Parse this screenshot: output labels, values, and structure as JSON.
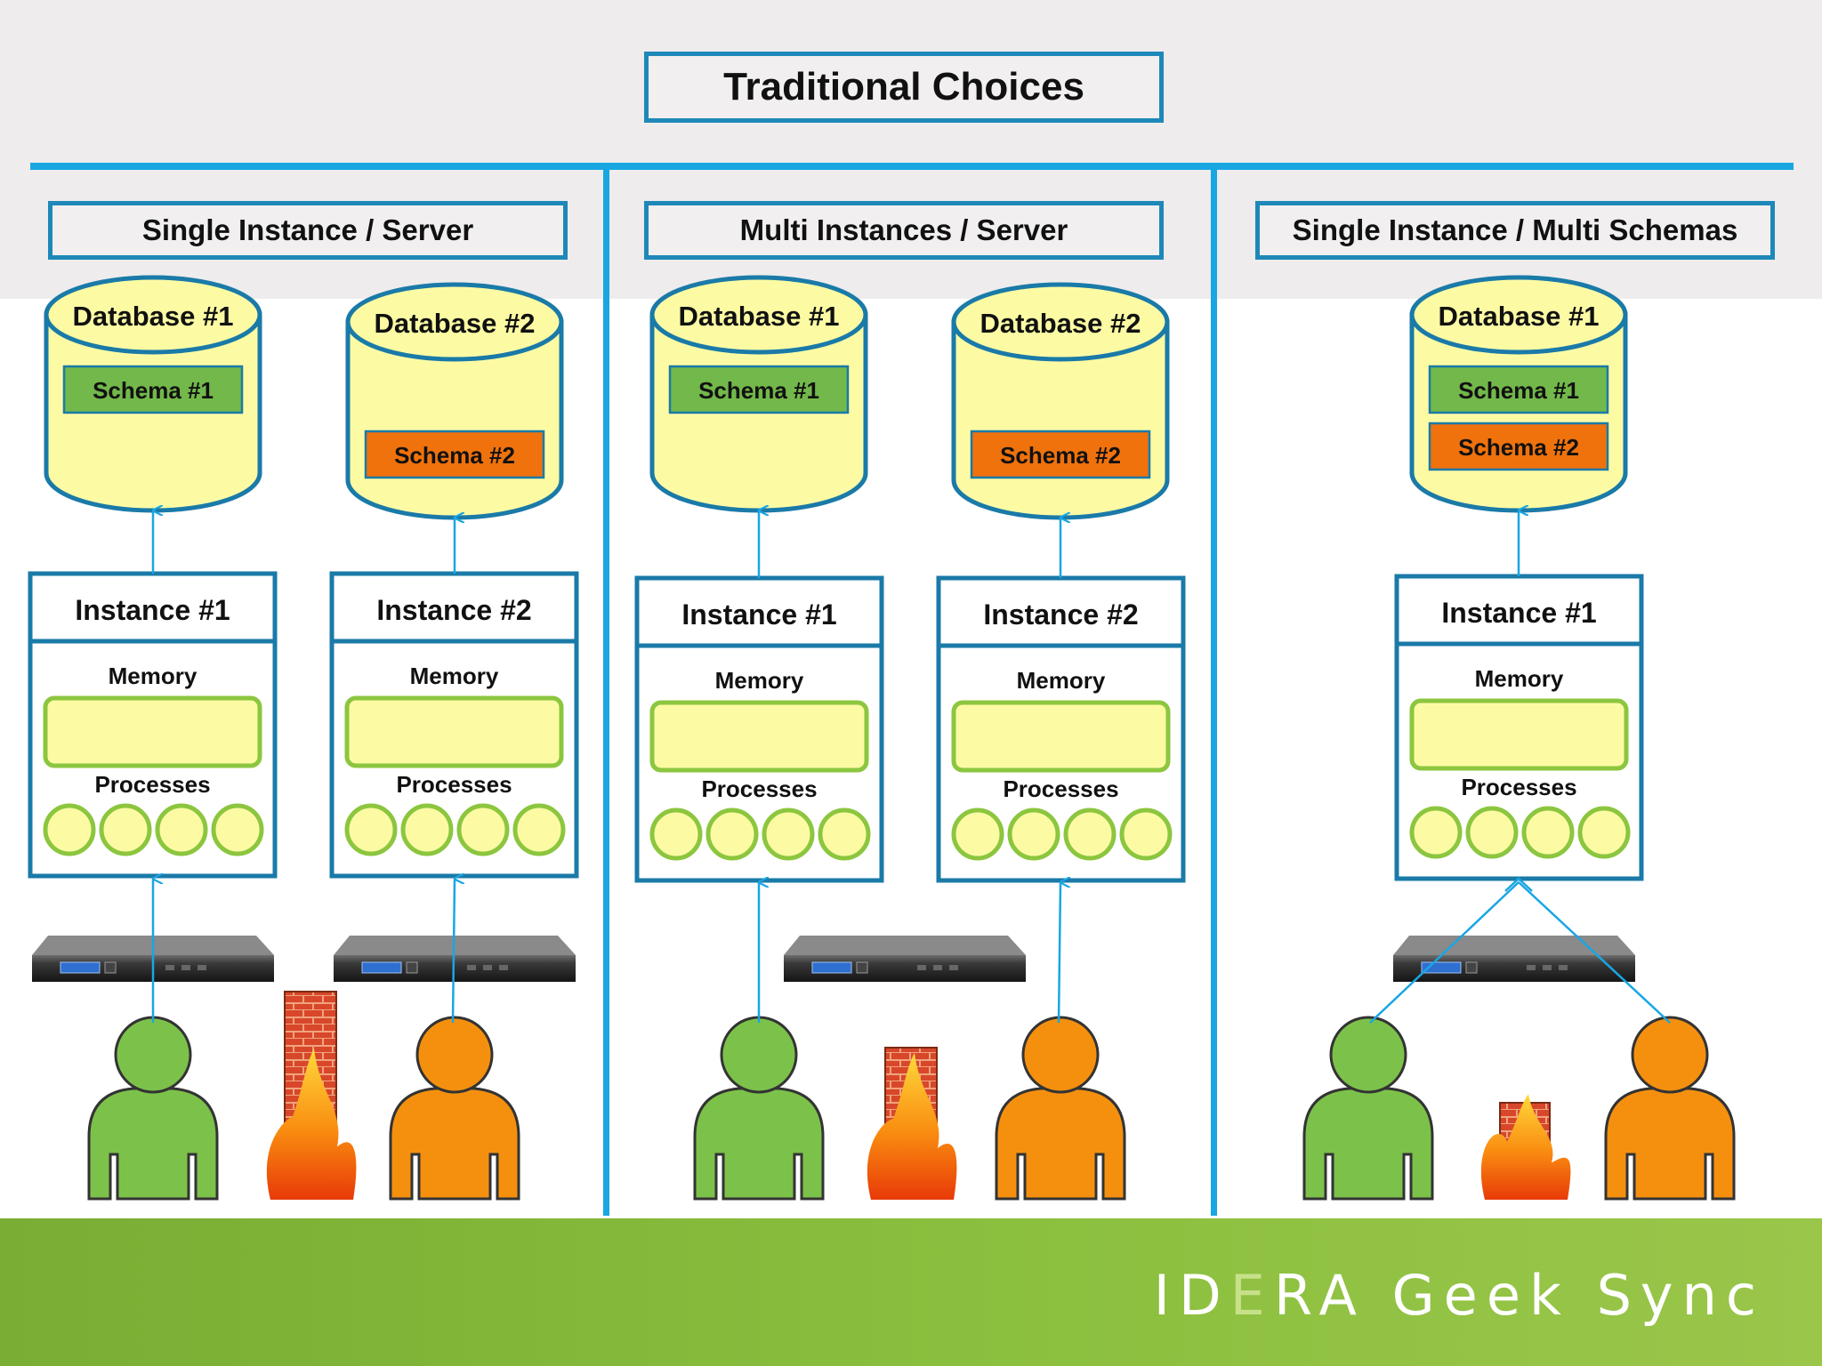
{
  "title": "Traditional Choices",
  "sections": [
    {
      "heading": "Single Instance / Server",
      "databases": [
        {
          "name": "Database #1",
          "schemas": [
            {
              "label": "Schema #1",
              "kind": "green"
            }
          ]
        },
        {
          "name": "Database #2",
          "schemas": [
            {
              "label": "Schema #2",
              "kind": "orange"
            }
          ]
        }
      ],
      "instances": [
        "Instance #1",
        "Instance #2"
      ]
    },
    {
      "heading": "Multi Instances / Server",
      "databases": [
        {
          "name": "Database #1",
          "schemas": [
            {
              "label": "Schema #1",
              "kind": "green"
            }
          ]
        },
        {
          "name": "Database #2",
          "schemas": [
            {
              "label": "Schema #2",
              "kind": "orange"
            }
          ]
        }
      ],
      "instances": [
        "Instance #1",
        "Instance #2"
      ]
    },
    {
      "heading": "Single Instance / Multi Schemas",
      "databases": [
        {
          "name": "Database #1",
          "schemas": [
            {
              "label": "Schema #1",
              "kind": "green"
            },
            {
              "label": "Schema #2",
              "kind": "orange"
            }
          ]
        }
      ],
      "instances": [
        "Instance #1"
      ]
    }
  ],
  "instance_labels": {
    "memory": "Memory",
    "processes": "Processes"
  },
  "branding": {
    "text_pre": "ID",
    "text_e": "E",
    "text_post": "RA Geek Sync"
  },
  "colors": {
    "accent_blue": "#19a6e3",
    "db_fill": "#fcfba4",
    "schema_green": "#72b84a",
    "schema_orange": "#f0720c",
    "user_green": "#7cc24a",
    "user_orange": "#f5900f"
  },
  "icons": [
    "database-cylinder-icon",
    "server-rack-icon",
    "firewall-icon",
    "flame-icon",
    "user-icon"
  ]
}
